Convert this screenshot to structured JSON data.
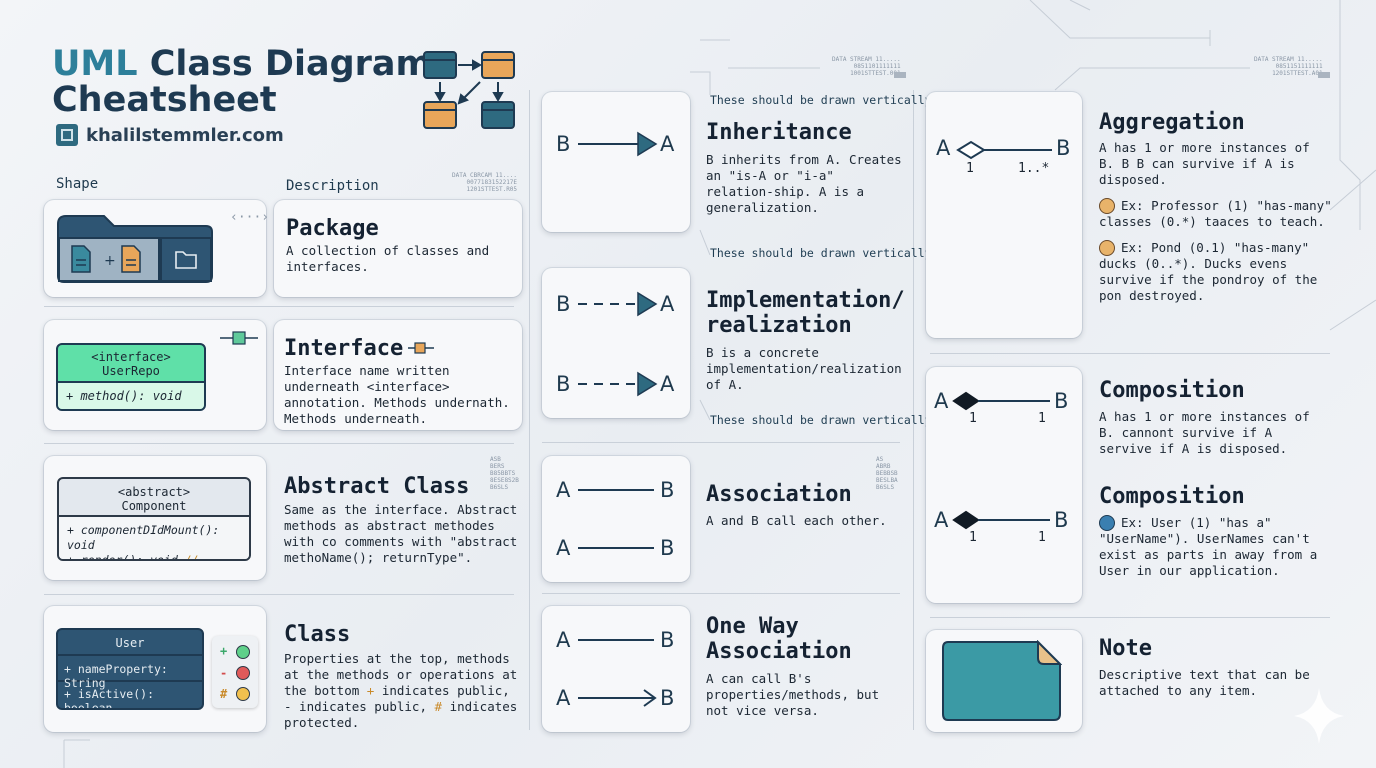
{
  "header": {
    "title_uml": "UML",
    "title_rest": "Class Diagram",
    "title_line2": "Cheatsheet",
    "site": "khalilstemmler.com"
  },
  "columns": {
    "shape": "Shape",
    "description": "Description"
  },
  "decor": {
    "ds1": "DATA STREAM 11.....\n0851101111111\n1001STTEST.001",
    "ds2": "DATA STREAM 11.....\n0851151111111\n1201STTEST.A01",
    "ds3": "DATA CBRCAM 11....\n0077183152217E\n1201STTEST.R05",
    "ds4": "ASB\nBERS\nB85BBTS\n8ESE8S2B\nB6SLS",
    "ds5": "AS\nABRB\nBEBBSB\nBESLBA\nB6SLS"
  },
  "left": {
    "package": {
      "title": "Package",
      "desc": "A collection of classes and interfaces.",
      "glyph": "‹···›"
    },
    "interface": {
      "title": "Interface",
      "desc": "Interface name written underneath <interface> annotation. Methods undernath. Methods underneath.",
      "stereotype": "<interface>",
      "name": "UserRepo",
      "method": "+ method(): void"
    },
    "abstract": {
      "title": "Abstract Class",
      "desc": "Same as the interface. Abstract methods as abstract methodes with co comments with \"abstract methoName(); returnType\".",
      "stereotype": "<abstract>",
      "name": "Component",
      "m1": "+ componentDIdMount(): void",
      "m2": "+ render(): void",
      "m2_comment": "// abstract"
    },
    "class": {
      "title": "Class",
      "desc_a": "Properties at the top, methods at the methods or operations at the bottom ",
      "desc_plus": "+",
      "desc_b": " indicates public, - indicates public, ",
      "desc_hash": "#",
      "desc_c": " indicates protected.",
      "name": "User",
      "p1": "+ nameProperty: String",
      "p2": "+ isActive(): boolean",
      "v_plus": "+",
      "v_minus": "-",
      "v_hash": "#"
    }
  },
  "middle": {
    "vertical_note": "These should be drawn vertically",
    "inheritance": {
      "title": "Inheritance",
      "desc": "B inherits from A. Creates an \"is-A or \"i-a\" relation-ship. A is a generalization.",
      "a": "A",
      "b": "B"
    },
    "implementation": {
      "title1": "Implementation/",
      "title2": "realization",
      "desc": "B is a concrete implementation/realization of A.",
      "a": "A",
      "b": "B"
    },
    "association": {
      "title": "Association",
      "desc": "A and B call each other.",
      "a": "A",
      "b": "B"
    },
    "oneway": {
      "title1": "One Way",
      "title2": "Association",
      "desc": "A can call B's properties/methods, but not vice versa.",
      "a": "A",
      "b": "B"
    }
  },
  "right": {
    "aggregation": {
      "title": "Aggregation",
      "desc": "A has 1 or more instances of B. B B can survive if A is disposed.",
      "ex1": "Ex: Professor (1) \"has-many\" classes (0.*) taaces to teach.",
      "ex2": "Ex: Pond (0.1) \"has-many\" ducks (0..*). Ducks evens survive if the pondroy of the pon destroyed.",
      "a": "A",
      "b": "B",
      "m1": "1",
      "m2": "1..*"
    },
    "composition1": {
      "title": "Composition",
      "desc": "A has 1 or more instances of B. cannont survive if A servive if A is disposed.",
      "a": "A",
      "b": "B",
      "m1": "1",
      "m2": "1"
    },
    "composition2": {
      "title": "Composition",
      "ex": "Ex: User (1) \"has a\" \"UserName\"). UserNames can't exist as parts in away from a User in our application.",
      "a": "A",
      "b": "B",
      "m1": "1",
      "m2": "1"
    },
    "note": {
      "title": "Note",
      "desc": "Descriptive text that can be attached to any item."
    }
  },
  "colors": {
    "teal": "#3a8a9e",
    "navy": "#2e5573",
    "orange": "#e8a65a",
    "green": "#5fe0a8",
    "note": "#3b9aa5"
  }
}
